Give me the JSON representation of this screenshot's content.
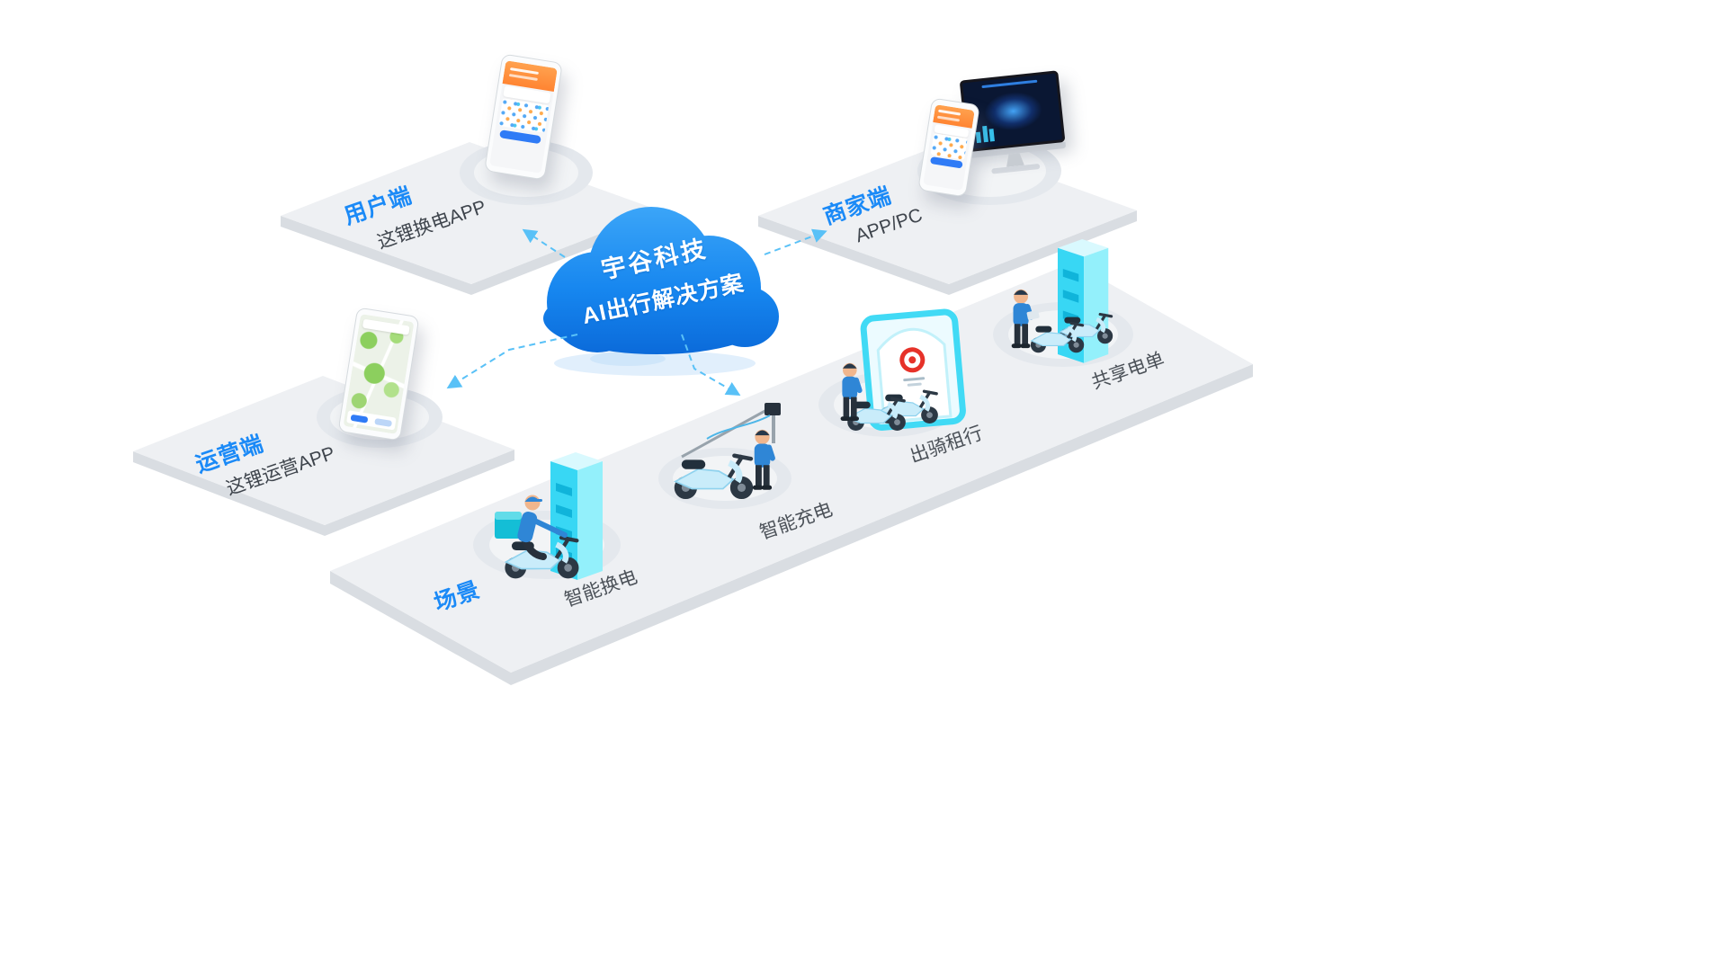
{
  "diagram": {
    "cloud": {
      "line1": "宇谷科技",
      "line2": "AI出行解决方案"
    },
    "terminals": {
      "user": {
        "title": "用户端",
        "subtitle": "这锂换电APP"
      },
      "merchant": {
        "title": "商家端",
        "subtitle": "APP/PC"
      },
      "operator": {
        "title": "运营端",
        "subtitle": "这锂运营APP"
      }
    },
    "scene_board": {
      "title": "场景"
    },
    "scenes": [
      {
        "label": "智能换电"
      },
      {
        "label": "智能充电"
      },
      {
        "label": "出骑租行"
      },
      {
        "label": "共享电单"
      }
    ],
    "colors": {
      "accent": "#1b8af7",
      "cloudTop": "#3ba5f8",
      "cloudBottom": "#0a68d8",
      "arrow": "#59c1f7",
      "cyan": "#38d7f4",
      "labelDark": "#4b5158"
    }
  }
}
